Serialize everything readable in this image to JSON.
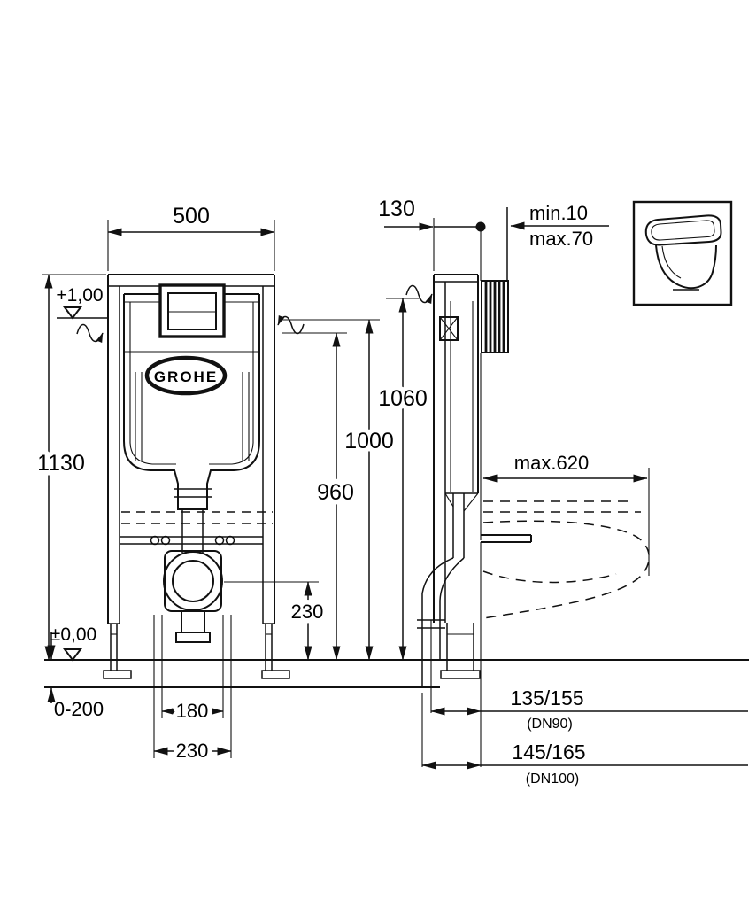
{
  "logo": {
    "text": "GROHE"
  },
  "front_view": {
    "width": "500",
    "height": "1130",
    "level_top": "+1,00",
    "level_floor": "±0,00",
    "foot_adjustment": "0-200",
    "stud_narrow": "180",
    "stud_wide": "230",
    "outlet_height": "230",
    "h_960": "960",
    "h_1000": "1000",
    "h_1060": "1060"
  },
  "side_view": {
    "depth": "130",
    "finish_min": "min.10",
    "finish_max": "max.70",
    "projection": "max.620",
    "dn90_offset": "135/155",
    "dn90_label": "(DN90)",
    "dn100_offset": "145/165",
    "dn100_label": "(DN100)"
  }
}
